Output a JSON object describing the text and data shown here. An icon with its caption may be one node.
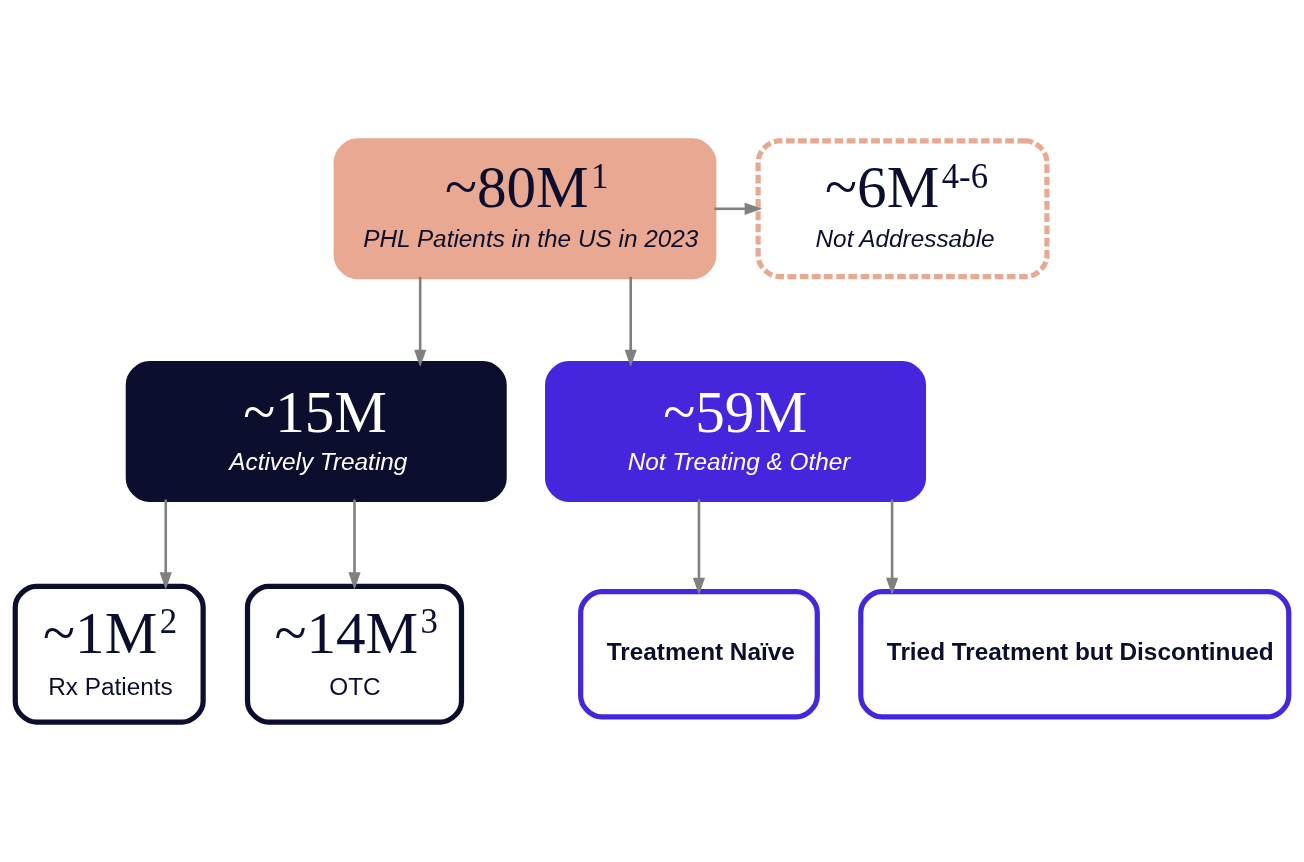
{
  "diagram": {
    "nodes": [
      {
        "text": [
          "~80M$^{1}$",
          "PHL Patients in the US in 2023"
        ]
      },
      {
        "text": [
          "~6M$^{4-6}$",
          "Not Addressable"
        ]
      },
      {
        "text": [
          "~15M",
          "Actively Treating"
        ]
      },
      {
        "text": [
          "~59M",
          "Not Treating & Other"
        ]
      },
      {
        "text": [
          "~1M$^{2}$",
          "Rx Patients"
        ]
      },
      {
        "text": [
          "~14M$^{3}$",
          "OTC"
        ]
      },
      {
        "text": [
          "Treatment Naïve"
        ]
      },
      {
        "text": [
          "Tried Treatment but Discontinued"
        ]
      }
    ],
    "edges": [
      {
        "from": 0,
        "to": 1,
        "arrow": "to"
      },
      {
        "from": 0,
        "to": 2,
        "arrow": "to"
      },
      {
        "from": 0,
        "to": 3,
        "arrow": "to"
      },
      {
        "from": 2,
        "to": 4,
        "arrow": "to"
      },
      {
        "from": 2,
        "to": 5,
        "arrow": "to"
      },
      {
        "from": 3,
        "to": 6,
        "arrow": "to"
      },
      {
        "from": 3,
        "to": 7,
        "arrow": "to"
      }
    ]
  }
}
